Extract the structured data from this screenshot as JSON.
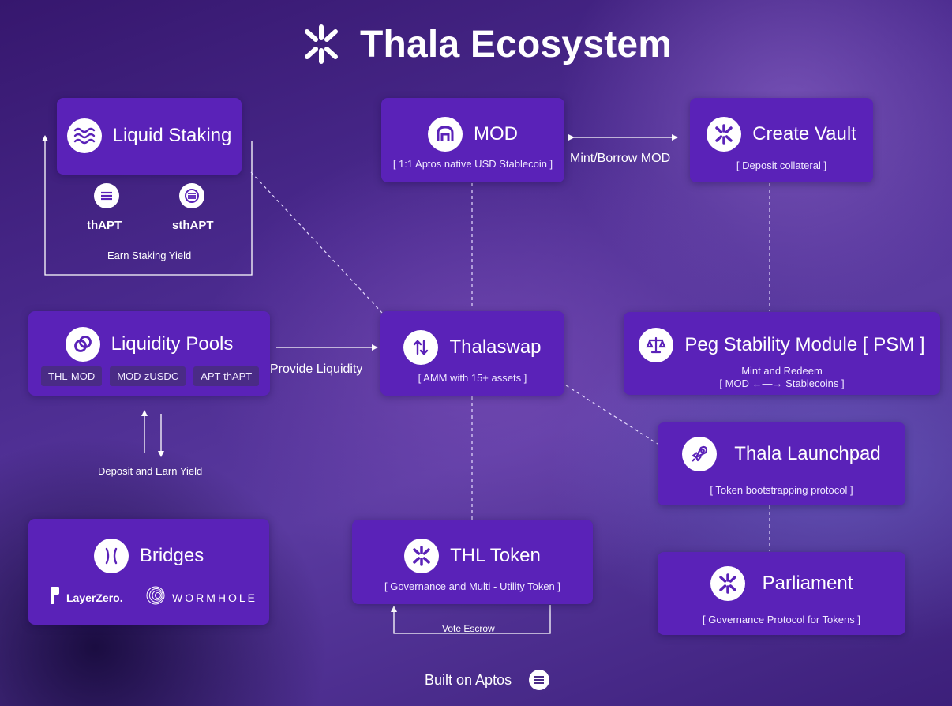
{
  "title": "Thala Ecosystem",
  "liquid_staking": {
    "name": "Liquid Staking",
    "tokens": [
      "thAPT",
      "sthAPT"
    ],
    "footer": "Earn Staking Yield"
  },
  "mod": {
    "name": "MOD",
    "desc": "[ 1:1 Aptos native USD Stablecoin ]"
  },
  "mint_borrow_label": "Mint/Borrow MOD",
  "create_vault": {
    "name": "Create Vault",
    "desc": "[ Deposit collateral ]"
  },
  "liquidity_pools": {
    "name": "Liquidity Pools",
    "pools": [
      "THL-MOD",
      "MOD-zUSDC",
      "APT-thAPT"
    ]
  },
  "provide_liquidity_label": "Provide Liquidity",
  "thalaswap": {
    "name": "Thalaswap",
    "desc": "[ AMM with 15+ assets ]"
  },
  "psm": {
    "name": "Peg Stability Module [ PSM ]",
    "desc_line1": "Mint and Redeem",
    "desc_line2": "[ MOD ←—→ Stablecoins ]"
  },
  "deposit_earn_label": "Deposit and Earn Yield",
  "launchpad": {
    "name": "Thala Launchpad",
    "desc": "[ Token bootstrapping protocol ]"
  },
  "bridges": {
    "name": "Bridges",
    "partners": [
      "LayerZero.",
      "WORMHOLE"
    ]
  },
  "thl_token": {
    "name": "THL Token",
    "desc": "[ Governance and Multi - Utility Token ]"
  },
  "vote_escrow_label": "Vote Escrow",
  "parliament": {
    "name": "Parliament",
    "desc": "[ Governance Protocol for Tokens ]"
  },
  "footer": "Built on Aptos",
  "colors": {
    "box": "#5a22b8",
    "chip": "#4a2b86",
    "icon_bg": "#ffffff"
  }
}
